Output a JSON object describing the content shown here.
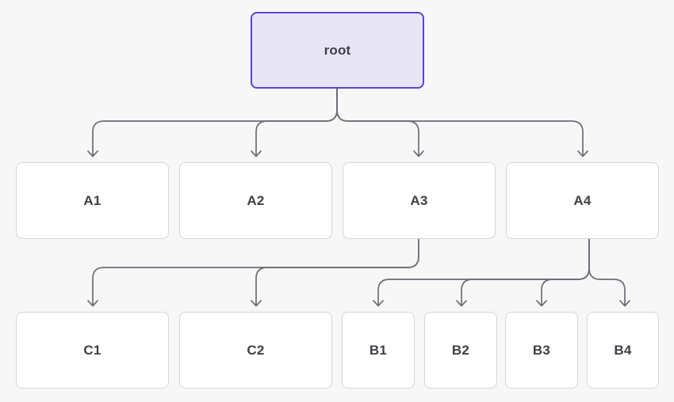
{
  "diagram": {
    "type": "tree",
    "background_color": "#f7f7f8",
    "edge_color": "#6e6e78",
    "node_fill": "#ffffff",
    "node_border_color": "#d5d5db",
    "root_fill": "#e8e5f6",
    "root_border_color": "#5b43d1",
    "label_color": "#3f3f46",
    "arrowhead_style": "open-chevron-down"
  },
  "nodes": {
    "root": {
      "label": "root"
    },
    "a1": {
      "label": "A1"
    },
    "a2": {
      "label": "A2"
    },
    "a3": {
      "label": "A3"
    },
    "a4": {
      "label": "A4"
    },
    "c1": {
      "label": "C1"
    },
    "c2": {
      "label": "C2"
    },
    "b1": {
      "label": "B1"
    },
    "b2": {
      "label": "B2"
    },
    "b3": {
      "label": "B3"
    },
    "b4": {
      "label": "B4"
    }
  },
  "edges": [
    {
      "from": "root",
      "to": "A1"
    },
    {
      "from": "root",
      "to": "A2"
    },
    {
      "from": "root",
      "to": "A3"
    },
    {
      "from": "root",
      "to": "A4"
    },
    {
      "from": "A3",
      "to": "C1"
    },
    {
      "from": "A3",
      "to": "C2"
    },
    {
      "from": "A4",
      "to": "B1"
    },
    {
      "from": "A4",
      "to": "B2"
    },
    {
      "from": "A4",
      "to": "B3"
    },
    {
      "from": "A4",
      "to": "B4"
    }
  ]
}
